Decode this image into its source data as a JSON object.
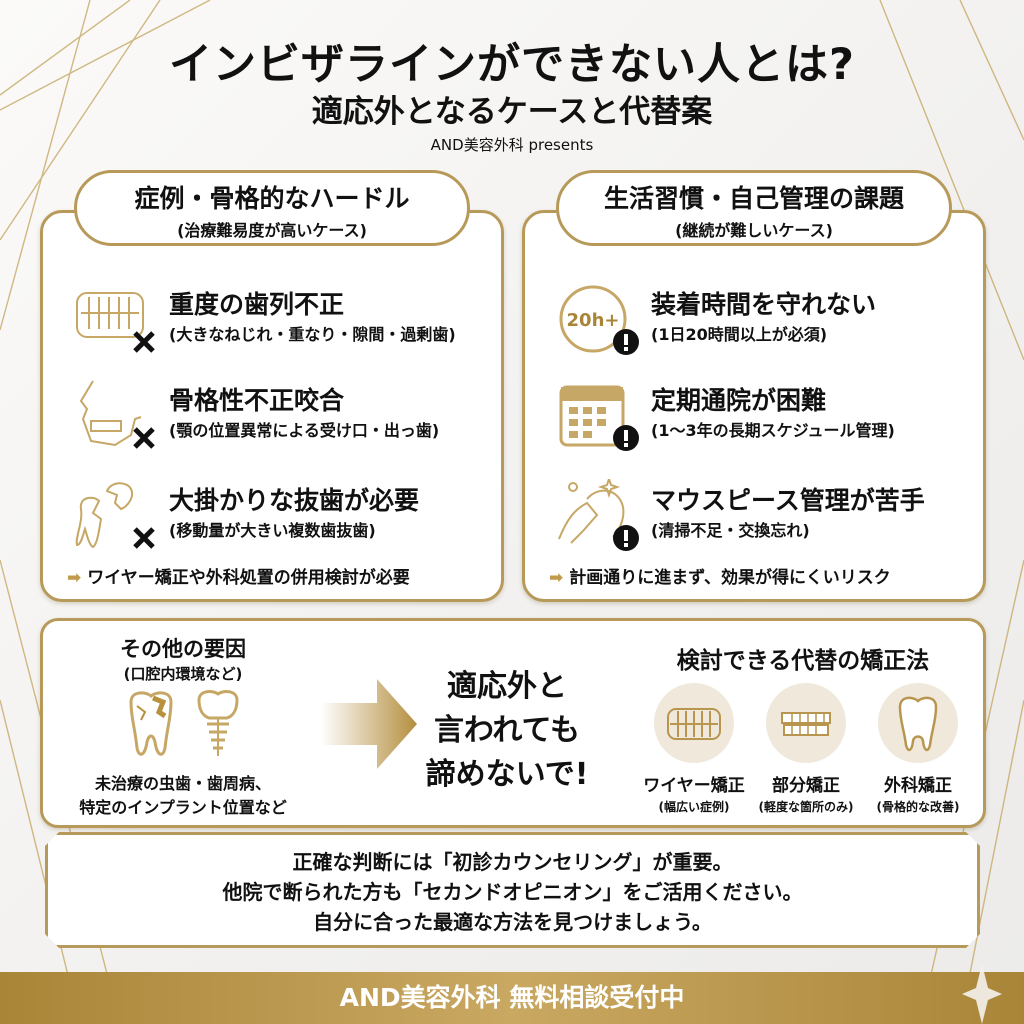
{
  "header": {
    "title": "インビザラインができない人とは?",
    "subtitle": "適応外となるケースと代替案",
    "presenter": "AND美容外科 presents"
  },
  "left_panel": {
    "heading": "症例・骨格的なハードル",
    "subheading": "(治療難易度が高いケース)",
    "items": [
      {
        "icon": "teeth-icon",
        "mark": "x-mark-icon",
        "title": "重度の歯列不正",
        "desc": "(大きなねじれ・重なり・隙間・過剰歯)"
      },
      {
        "icon": "jaw-profile-icon",
        "mark": "x-mark-icon",
        "title": "骨格性不正咬合",
        "desc": "(顎の位置異常による受け口・出っ歯)"
      },
      {
        "icon": "tooth-extraction-icon",
        "mark": "x-mark-icon",
        "title": "大掛かりな抜歯が必要",
        "desc": "(移動量が大きい複数歯抜歯)"
      }
    ],
    "note": "ワイヤー矯正や外科処置の併用検討が必要"
  },
  "right_panel": {
    "heading": "生活習慣・自己管理の課題",
    "subheading": "(継続が難しいケース)",
    "items": [
      {
        "icon": "clock-20h-icon",
        "icon_text": "20h+",
        "mark": "exclamation-icon",
        "title": "装着時間を守れない",
        "desc": "(1日20時間以上が必須)"
      },
      {
        "icon": "calendar-icon",
        "mark": "exclamation-icon",
        "title": "定期通院が困難",
        "desc": "(1〜3年の長期スケジュール管理)"
      },
      {
        "icon": "cleaning-hands-icon",
        "mark": "exclamation-icon",
        "title": "マウスピース管理が苦手",
        "desc": "(清掃不足・交換忘れ)"
      }
    ],
    "note": "計画通りに進まず、効果が得にくいリスク"
  },
  "bottom_panel": {
    "other": {
      "heading": "その他の要因",
      "subheading": "(口腔内環境など)",
      "desc_line1": "未治療の虫歯・歯周病、",
      "desc_line2": "特定のインプラント位置など"
    },
    "center_message": [
      "適応外と",
      "言われても",
      "諦めないで!"
    ],
    "alternatives": {
      "heading": "検討できる代替の矯正法",
      "items": [
        {
          "icon": "wire-braces-icon",
          "name": "ワイヤー矯正",
          "caption": "(幅広い症例)"
        },
        {
          "icon": "partial-braces-icon",
          "name": "部分矯正",
          "caption": "(軽度な箇所のみ)"
        },
        {
          "icon": "surgical-tooth-icon",
          "name": "外科矯正",
          "caption": "(骨格的な改善)"
        }
      ]
    }
  },
  "message": {
    "lines": [
      "正確な判断には「初診カウンセリング」が重要。",
      "他院で断られた方も「セカンドオピニオン」をご活用ください。",
      "自分に合った最適な方法を見つけましょう。"
    ]
  },
  "footer": {
    "text": "AND美容外科 無料相談受付中"
  },
  "colors": {
    "gold": "#b79a5a",
    "gold_dark": "#a98538",
    "text": "#111111",
    "background": "#f4f3f1"
  }
}
